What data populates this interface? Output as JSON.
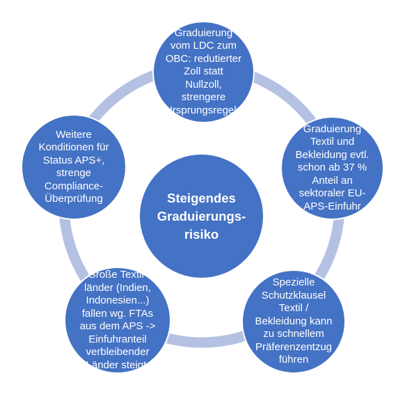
{
  "colors": {
    "node_fill": "#4472c4",
    "ring": "#b4c1e2",
    "text": "#ffffff",
    "background": "#ffffff"
  },
  "center": {
    "label": "Steigendes\nGraduierungs-\nrisiko"
  },
  "nodes": [
    {
      "label": "Graduierung\nvom LDC zum\nOBC: redutierter\nZoll statt\nNullzoll,\nstrengere\nUrsprungsregeln"
    },
    {
      "label": "Graduierung\nTextil und\nBekleidung evtl.\nschon ab 37 %\nAnteil an\nsektoraler EU-\nAPS-Einfuhr"
    },
    {
      "label": "Spezielle\nSchutzklausel\nTextil /\nBekleidung kann\nzu schnellem\nPräferenzentzug\nführen"
    },
    {
      "label": "Große Textil-\nländer (Indien,\nIndonesien...)\nfallen wg. FTAs\naus dem APS ->\nEinfuhranteil\nverbleibender\nLänder steigt."
    },
    {
      "label": "Weitere\nKonditionen für\nStatus APS+,\nstrenge\nCompliance-\nÜberprüfung"
    }
  ]
}
